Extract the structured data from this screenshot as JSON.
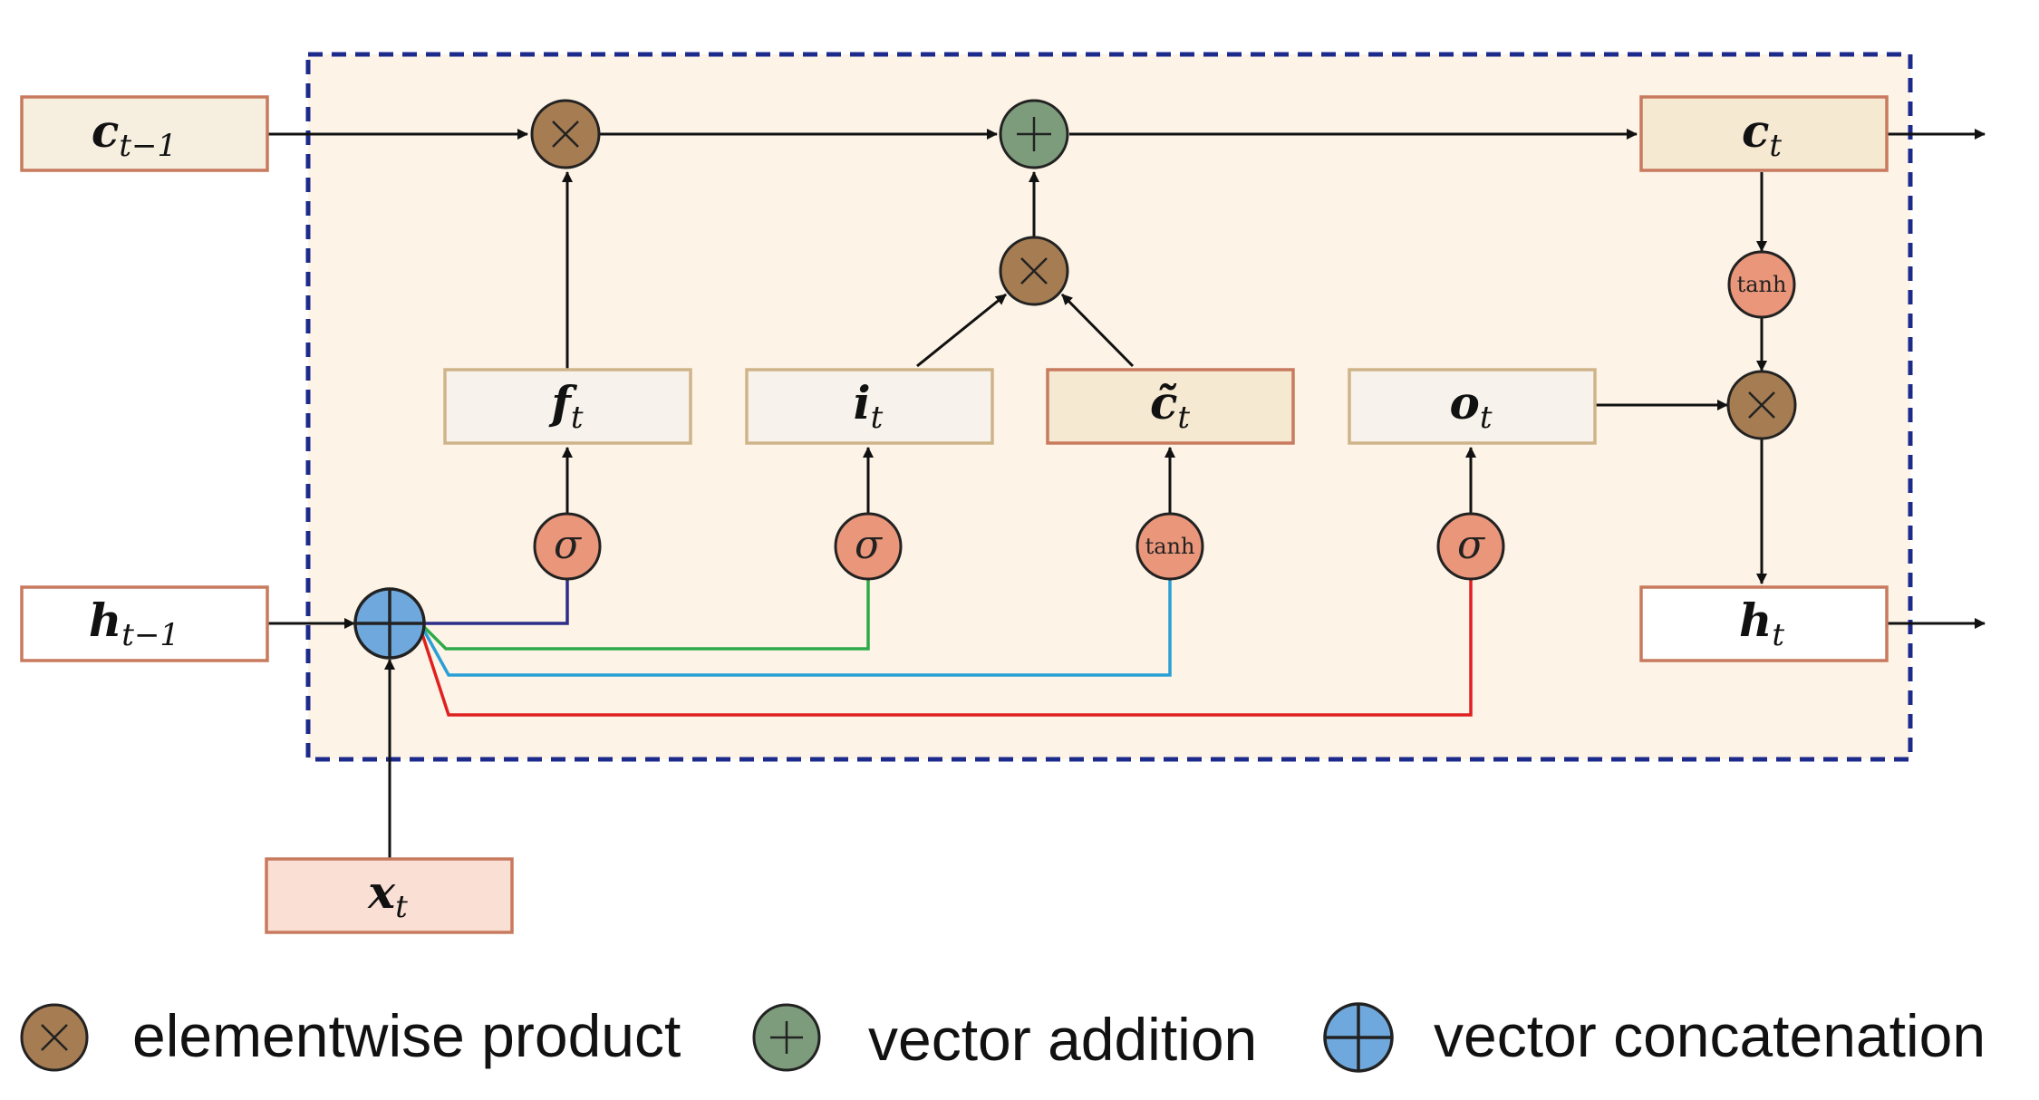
{
  "states": {
    "c_prev": {
      "base": "c",
      "sub": "t−1"
    },
    "h_prev": {
      "base": "h",
      "sub": "t−1"
    },
    "x_t": {
      "base": "x",
      "sub": "t"
    },
    "c_t": {
      "base": "c",
      "sub": "t"
    },
    "h_t": {
      "base": "h",
      "sub": "t"
    }
  },
  "gates": {
    "f_t": {
      "base": "f",
      "sub": "t"
    },
    "i_t": {
      "base": "i",
      "sub": "t"
    },
    "c_tilde_t": {
      "base": "c̃",
      "sub": "t"
    },
    "o_t": {
      "base": "o",
      "sub": "t"
    }
  },
  "activations": {
    "sigma": "σ",
    "tanh": "tanh"
  },
  "legend": {
    "product": "elementwise product",
    "addition": "vector addition",
    "concatenation": "vector concatenation"
  },
  "colors": {
    "product_node": "#a67c52",
    "addition_node": "#7d9c7c",
    "concat_node": "#6fa8dc",
    "activation_node": "#e9967a",
    "cell_background": "#fdf3e6",
    "cell_border": "#1c2a8c",
    "path_forget": "#2e2e8a",
    "path_input": "#2eaa4a",
    "path_candidate": "#2a9fd6",
    "path_output": "#e02020"
  }
}
